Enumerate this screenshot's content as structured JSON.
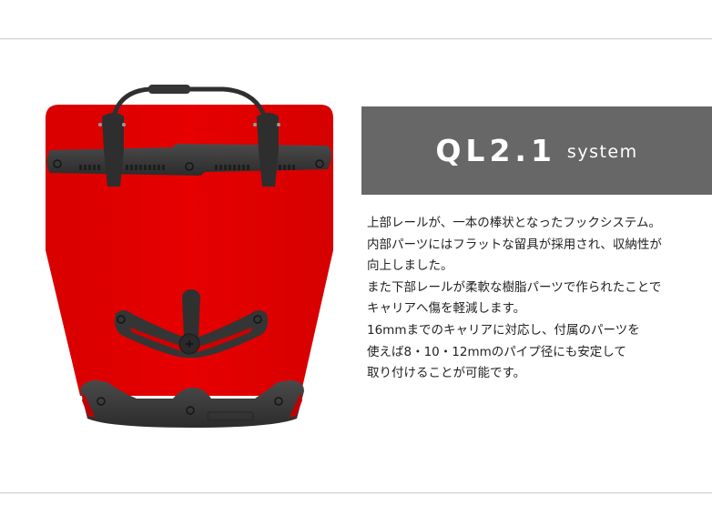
{
  "header": {
    "title_main": "QL2.1",
    "title_sub": "system",
    "background_color": "#676767"
  },
  "description": {
    "lines": [
      "上部レールが、一本の棒状となったフックシステム。",
      "内部パーツにはフラットな留具が採用され、収納性が",
      "向上しました。",
      "また下部レールが柔軟な樹脂パーツで作られたことで",
      "キャリアへ傷を軽減します。",
      "16mmまでのキャリアに対応し、付属のパーツを",
      "使えば8・10・12mmのパイプ径にも安定して",
      "取り付けることが可能です。"
    ]
  },
  "product_image": {
    "subject": "pannier-bag-back-view",
    "body_color": "#e10000",
    "hardware_color": "#3a3a3a"
  }
}
